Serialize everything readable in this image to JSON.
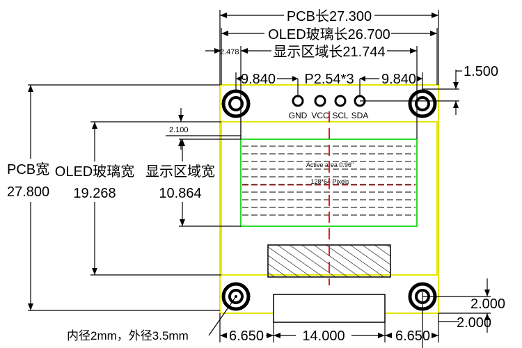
{
  "dims": {
    "pcb_length": "PCB长27.300",
    "oled_glass_length": "OLED玻璃长26.700",
    "display_length": "显示区域长21.744",
    "offset_small": "2.478",
    "left_margin": "9.840",
    "pitch": "P2.54*3",
    "right_margin": "9.840",
    "top_offset": "1.500",
    "glass_top_offset": "2.100",
    "pcb_width_label": "PCB宽",
    "pcb_width_value": "27.800",
    "oled_width_label": "OLED玻璃宽",
    "oled_width_value": "19.268",
    "display_width_label": "显示区域宽",
    "display_width_value": "10.864",
    "hole_note": "内径2mm，外径3.5mm",
    "bottom_left": "6.650",
    "bottom_mid": "14.000",
    "bottom_right": "6.650",
    "hole_x": "2.000",
    "hole_y": "2.000"
  },
  "pins": [
    "GND",
    "VCC",
    "SCL",
    "SDA"
  ],
  "screen": {
    "line1": "Active area 0.96\"",
    "line2": "128*64 Pixels"
  },
  "colors": {
    "pcb_outline": "#e6e600",
    "display_area": "#2bd92b",
    "center_line": "#e0201c"
  }
}
